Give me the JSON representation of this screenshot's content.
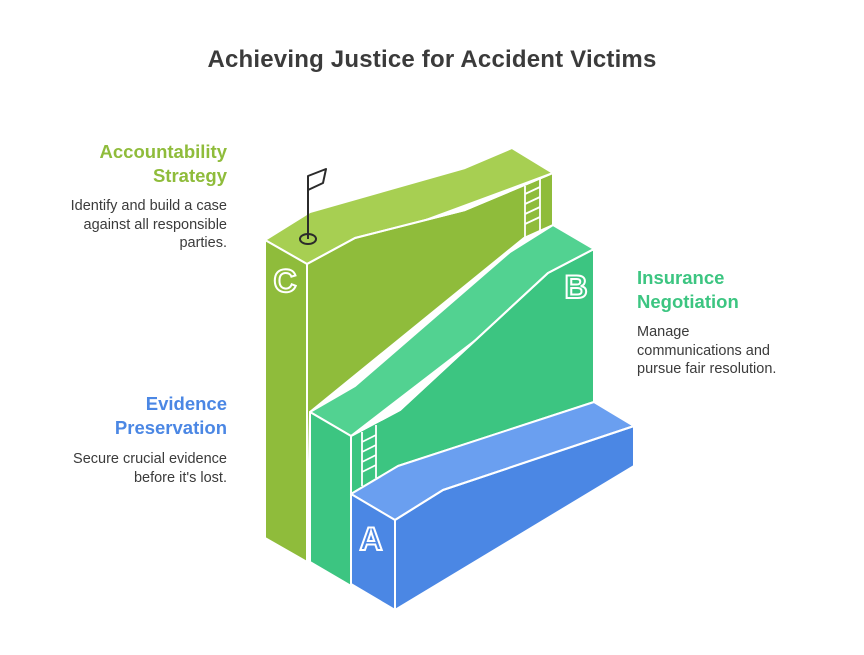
{
  "title": "Achieving Justice for Accident Victims",
  "colors": {
    "accountability": "#8fbc3b",
    "insurance": "#3cc581",
    "evidence": "#4b87e4",
    "title_text": "#3b3b3b"
  },
  "steps": [
    {
      "letter": "C",
      "heading_lines": [
        "Accountability",
        "Strategy"
      ],
      "description_lines": [
        "Identify and build a case",
        "against all responsible",
        "parties."
      ],
      "color": "#8fbc3b"
    },
    {
      "letter": "B",
      "heading_lines": [
        "Insurance",
        "Negotiation"
      ],
      "description_lines": [
        "Manage",
        "communications and",
        "pursue fair resolution."
      ],
      "color": "#3cc581"
    },
    {
      "letter": "A",
      "heading_lines": [
        "Evidence",
        "Preservation"
      ],
      "description_lines": [
        "Secure crucial evidence",
        "before it's lost."
      ],
      "color": "#4b87e4"
    }
  ],
  "icons": {
    "goal": "flag-icon",
    "connector": "ladder-icon"
  }
}
